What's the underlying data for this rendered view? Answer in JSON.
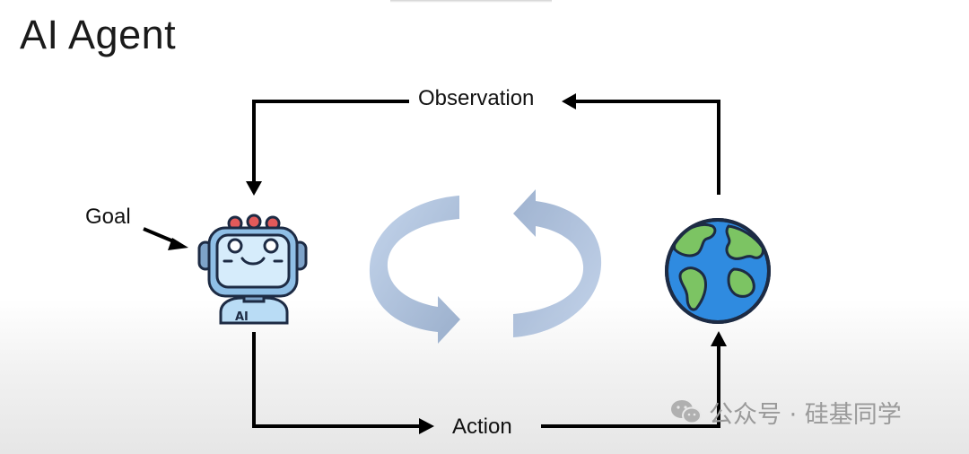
{
  "slide": {
    "title": "AI Agent"
  },
  "diagram": {
    "nodes": {
      "agent_badge": "AI"
    },
    "labels": {
      "observation": "Observation",
      "action": "Action",
      "goal": "Goal"
    },
    "edges": [
      {
        "from": "environment",
        "to": "agent",
        "label": "Observation"
      },
      {
        "from": "agent",
        "to": "environment",
        "label": "Action"
      },
      {
        "from": "goal",
        "to": "agent",
        "label": "Goal"
      }
    ],
    "colors": {
      "cycle_arrow": "#9db5d6",
      "robot_body": "#b9dcf5",
      "robot_red": "#e25a5a",
      "globe_ocean": "#2f8be0",
      "globe_land": "#7cc463"
    }
  },
  "watermark": {
    "icon": "wechat-icon",
    "text": "公众号 · 硅基同学"
  }
}
